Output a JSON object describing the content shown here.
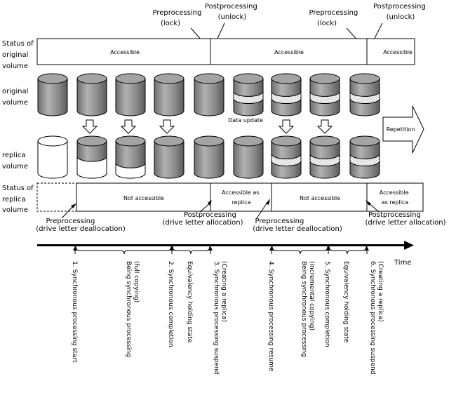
{
  "rows": {
    "orig_status": [
      "Status of",
      "original",
      "volume"
    ],
    "orig_volume": [
      "original",
      "volume"
    ],
    "replica_volume": [
      "replica",
      "volume"
    ],
    "replica_status": [
      "Status of",
      "replica",
      "volume"
    ]
  },
  "orig_bar": {
    "seg1": "Accessible",
    "seg2": "Accessible",
    "seg3": "Accessible"
  },
  "replica_bar": {
    "seg2": "Not accessible",
    "seg3": [
      "Accessible as",
      "replica"
    ],
    "seg4": "Not accessible",
    "seg5": [
      "Accessible",
      "as replica"
    ]
  },
  "top_labels": {
    "pre1": [
      "Preprocessing",
      "(lock)"
    ],
    "post1": [
      "Postprocessing",
      "(unlock)"
    ],
    "pre2": [
      "Preprocessing",
      "(lock)"
    ],
    "post2": [
      "Postprocessing",
      "(unlock)"
    ]
  },
  "data_update": "Data update",
  "repetition": "Repetition",
  "mid_labels": {
    "pre_dealloc1": [
      "Preprocessing",
      "(drive letter deallocation)"
    ],
    "post_alloc1": [
      "Postprocessing",
      "(drive letter allocation)"
    ],
    "pre_dealloc2": [
      "Preprocessing",
      "(drive letter deallocation)"
    ],
    "post_alloc2": [
      "Postprocessing",
      "(drive letter allocation)"
    ]
  },
  "time_label": "Time",
  "timeline": {
    "t1": [
      "1. Synchronous processing start"
    ],
    "t2": [
      "Being synchronous processing",
      "(full copying)"
    ],
    "t3": [
      "2. Synchronous completion"
    ],
    "t4": [
      "Equivalency holding state"
    ],
    "t5": [
      "3. Synchronous processing suspend",
      "(Creating a replica)"
    ],
    "t6": [
      "4. Synchronous processing resume"
    ],
    "t7": [
      "Being synchronous processing",
      "(incremental copying)"
    ],
    "t8": [
      "5. Synchronous completion"
    ],
    "t9": [
      "Equivalency holding state"
    ],
    "t10": [
      "6. Synchronous processing suspend",
      "(Creating a replica)"
    ]
  }
}
